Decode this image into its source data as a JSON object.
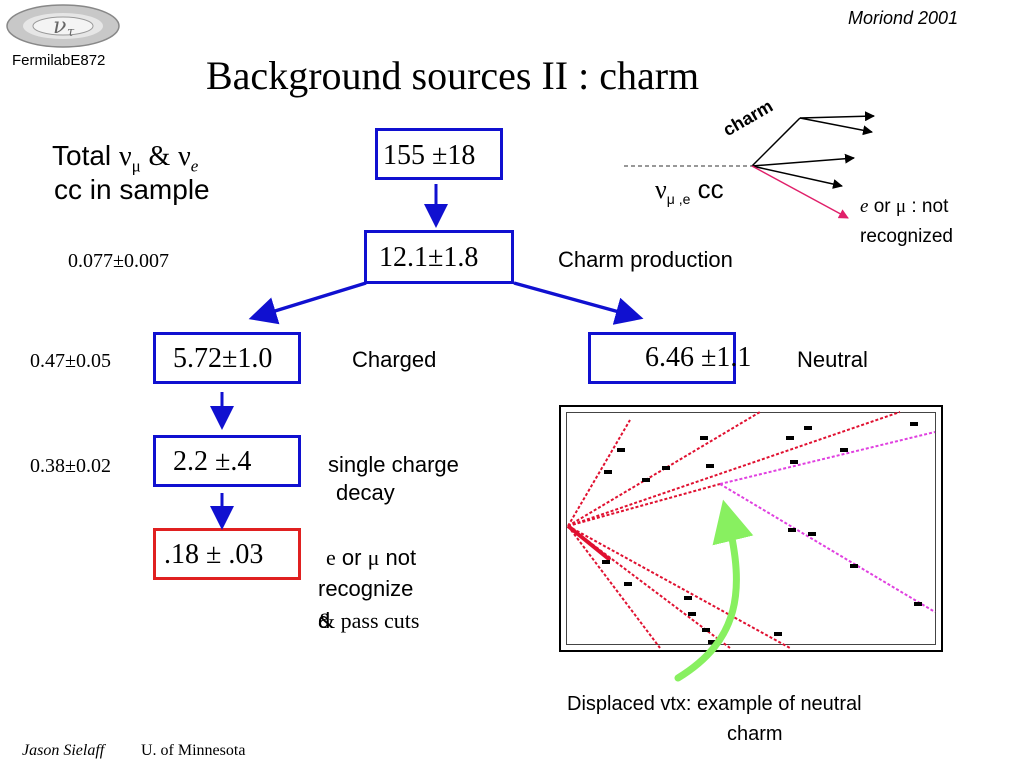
{
  "header": {
    "logo_label": "FermilabE872",
    "conference": "Moriond 2001",
    "title": "Background sources II : charm"
  },
  "footer": {
    "author": "Jason Sielaff",
    "affiliation": "U. of  Minnesota"
  },
  "total": {
    "line1_word": "Total",
    "nu": "ν",
    "mu": "μ",
    "amp": "&",
    "e": "e",
    "line2": "cc in sample",
    "value": "155 ±18"
  },
  "charm_production": {
    "fraction": "0.077±0.007",
    "value": "12.1±1.8",
    "label": "Charm production"
  },
  "charged": {
    "fraction": "0.47±0.05",
    "value": "5.72±1.0",
    "label": "Charged"
  },
  "neutral": {
    "value": "6.46 ±1.1",
    "label": "Neutral"
  },
  "single_charge": {
    "fraction": "0.38±0.02",
    "value": "2.2 ±.4",
    "label_line1": "single charge",
    "label_line2": "decay"
  },
  "not_recognized": {
    "value": ".18 ± .03",
    "e": "e",
    "or_word": "or",
    "mu": "μ",
    "not_word": "not",
    "line2": "recognize",
    "line3_overlap": "d",
    "line3": "& pass cuts"
  },
  "inset": {
    "charm_label": "charm",
    "nu": "ν",
    "sub": "μ ,e",
    "cc": "cc",
    "note_e": "e",
    "note_or": "or",
    "note_mu": "μ",
    "note_rest": ": not",
    "note_line2": "recognized"
  },
  "event_display": {
    "caption_line1": "Displaced vtx: example of neutral",
    "caption_line2": "charm"
  },
  "colors": {
    "box_border": "#1010d0",
    "box_border_red": "#e02020",
    "arrow": "#1010d0",
    "lepton_track": "#e0206a",
    "pointer_arrow": "#88f060",
    "track_red": "#e01030",
    "track_magenta": "#e040e0"
  }
}
